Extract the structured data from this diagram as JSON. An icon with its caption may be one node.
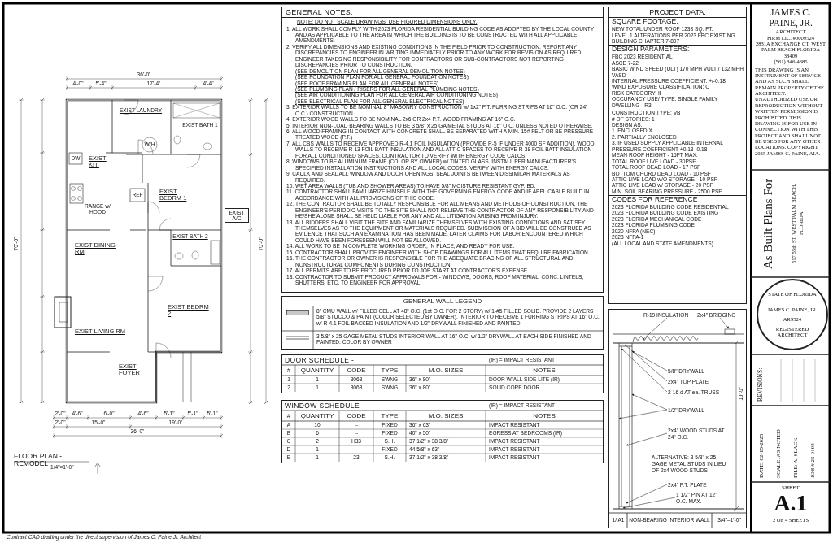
{
  "diagram": {
    "nodes": [
      {
        "text": [
          "GENERAL NOTES:",
          "NOTE: DO NOT SCALE DRAWINGS. USE FIGURED DIMENSIONS ONLY.",
          "1. ALL WORK SHALL COMPLY WITH 2023 FLORIDA RESIDENTIAL BUILDING CODE AS ADOPTED BY THE LOCAL COUNTY AND AS APPLICABLE TO THE AREA IN WHICH THE BUILDING IS TO BE CONSTRUCTED WITH ALL APPLICABLE AMENDMENTS.",
          "2. VERIFY ALL DIMENSIONS AND EXISTING CONDITIONS IN THE FIELD PRIOR TO CONSTRUCTION. REPORT ANY DISCREPANCIES TO ENGINEER IN WRITING IMMEDIATELY PRIOR TO ANY WORK FOR REVISION AS REQUIRED. ENGINEER TAKES NO RESPONSIBILITY FOR CONTRACTORS OR SUB-CONTRACTORS NOT REPORTING DISCREPANCIES PRIOR TO CONSTRUCTION.",
          "(SEE DEMOLITION PLAN FOR ALL GENERAL DEMOLITION NOTES)",
          "(SEE FOUNDATION PLAN FOR ALL GENERAL FOUNDATION NOTES)",
          "(SEE ROOF FRAMING PLAN FOR ALL GENERAL NOTES)",
          "(SEE PLUMBING PLAN / RISERS FOR ALL GENERAL PLUMBING NOTES)",
          "(SEE AIR CONDITIONING PLAN FOR ALL GENERAL AIR CONDITIONING NOTES)",
          "(SEE ELECTRICAL PLAN FOR ALL GENERAL ELECTRICAL NOTES)",
          "3. EXTERIOR WALLS TO BE NOMINAL 8\" MASONRY CONSTRUCTION w/ 1x2\" P.T. FURRING STRIPS AT 16\" O.C. (OR 24\" O.C.) CONSTRUCTION.",
          "4. EXTERIOR WOOD WALLS TO BE NOMINAL 2x6 OR 2x4 P.T. WOOD FRAMING AT 16\" O.C.",
          "5. INTERIOR NON-LOAD BEARING WALLS TO BE 3 5/8\" x 25 GA METAL STUDS AT 16\" O.C. UNLESS NOTED OTHERWISE.",
          "6. ALL WOOD FRAMING IN CONTACT WITH CONCRETE SHALL BE SEPARATED WITH A MIN. 15# FELT OR BE PRESSURE TREATED WOOD (P.T.)",
          "7. ALL CBS WALLS TO RECEIVE APPROVED R-4.1 FOIL INSULATION (PROVIDE R-5 IF UNDER 4000 SF ADDITION). WOOD WALLS TO RECEIVE R-13 FOIL BATT INSULATION AND ALL ATTIC SPACES TO RECEIVE R-38 FOIL BATT INSULATION FOR ALL CONDITIONED SPACES. CONTRACTOR TO VERIFY WITH ENERGY CODE CALCS.",
          "8. WINDOWS TO BE ALUMINUM FRAME (COLOR BY OWNER) w/ TINTED GLASS. INSTALL PER MANUFACTURER'S SPECIFIED INSTALLATION INSTRUCTIONS AND ALL LOCAL CODES. VERIFY WITH ENERGY CALCS.",
          "9. CAULK AND SEAL ALL WINDOW AND DOOR OPENINGS. SEAL JOINTS BETWEEN DISSIMILAR MATERIALS AS REQUIRED.",
          "10. WET AREA WALLS (TUB AND SHOWER AREAS) TO HAVE 5/8\" MOISTURE RESISTANT GYP. BD.",
          "11. CONTRACTOR SHALL FAMILIARIZE HIMSELF WITH THE GOVERNING ENERGY CODE AND IF APPLICABLE BUILD IN ACCORDANCE WITH ALL PROVISIONS OF THIS CODE.",
          "12. THE CONTRACTOR SHALL BE TOTALLY RESPONSIBLE FOR ALL MEANS AND METHODS OF CONSTRUCTION. THE ENGINEER'S PERIODIC VISITS TO THE SITE SHALL NOT RELIEVE THE CONTRACTOR OF ANY RESPONSIBILITY AND HE/SHE ALONE SHALL BE HELD LIABLE FOR ANY AND ALL LITIGATION ARISING FROM INJURY.",
          "13. ALL BIDDERS SHALL VISIT THE SITE AND FAMILIARIZE THEMSELVES WITH EXISTING CONDITIONS AND SATISFY THEMSELVES AS TO THE EQUIPMENT OR MATERIALS REQUIRED. SUBMISSION OF A BID WILL BE CONSTRUED AS EVIDENCE THAT SUCH AN EXAMINATION HAS BEEN MADE. LATER CLAIMS FOR LABOR ENCOUNTERED WHICH COULD HAVE BEEN FORESEEN WILL NOT BE ALLOWED.",
          "14. ALL WORK TO BE IN COMPLETE WORKING ORDER, IN PLACE, AND READY FOR USE.",
          "15. CONTRACTOR SHALL PROVIDE ENGINEER WITH SHOP DRAWINGS FOR ALL ITEMS THAT REQUIRE FABRICATION.",
          "16. THE CONTRACTOR OR OWNER IS RESPONSIBLE FOR THE ADEQUATE BRACING OF ALL STRUCTURAL AND NONSTRUCTURAL COMPONENTS DURING CONSTRUCTION.",
          "17. ALL PERMITS ARE TO BE PROCURED PRIOR TO JOB START AT CONTRACTOR'S EXPENSE.",
          "18. CONTRACTOR TO SUBMIT PRODUCT APPROVALS FOR - WINDOWS, DOORS, ROOF MATERIAL, CONC. LINTELS, SHUTTERS, ETC. TO ENGINEER FOR APPROVAL."
        ]
      },
      {
        "text": [
          "PROJECT DATA:",
          "SQUARE FOOTAGE:",
          "NEW TOTAL UNDER ROOF 1238 SQ. FT.",
          "LEVEL 1 ALTERATIONS PER 2023 FBC EXISTING BUILDING CHAPTER 7-807",
          "DESIGN PARAMETERS:",
          "FBC 2023 RESIDENTIAL",
          "ASCE 7-22",
          "BASIC WIND SPEED (ULT) 170 MPH VULT / 132 MPH VASD",
          "INTERNAL PRESSURE COEFFICIENT: +/-0.18",
          "WIND EXPOSURE CLASSIFICATION: C",
          "RISK CATEGORY: II",
          "OCCUPANCY USE/ TYPE: SINGLE FAMILY DWELLING - R3",
          "CONSTRUCTION TYPE: VB",
          "# OF STORIES: 1",
          "DESIGN AS:",
          "1. ENCLOSED X",
          "2. PARTIALLY ENCLOSED",
          "3. IF USED SUPPLY APPLICABLE INTERNAL PRESSURE COEFFICIENT +0.18 -0.18",
          "MEAN ROOF HEIGHT - 15FT MAX.",
          "TOTAL ROOF LIVE LOAD - 30PSF",
          "TOTAL ROOF DEAD LOAD - 17 PSF",
          "BOTTOM CHORD DEAD LOAD - 10 PSF",
          "ATTIC LIVE LOAD w/O STORAGE - 10 PSF",
          "ATTIC LIVE LOAD w/ STORAGE - 20 PSF",
          "MIN. SOIL BEARING PRESSURE - 2500 PSF",
          "CODES FOR REFERENCE",
          "2023 FLORIDA BUILDING CODE RESIDENTIAL",
          "2023 FLORIDA BUILDING CODE EXISTING",
          "2023 FLORIDA MECHANICAL CODE",
          "2023 FLORIDA PLUMBING CODE",
          "2020 NFPA (NEC)",
          "2023 NFPA-1",
          "(ALL LOCAL AND STATE AMENDMENTS)"
        ]
      },
      {
        "text": [
          "DOOR SCHEDULE -",
          "(IR) = IMPACT RESISTANT"
        ]
      },
      {
        "text": [
          "WINDOW SCHEDULE -",
          "(IR) = IMPACT RESISTANT"
        ]
      },
      {
        "text": [
          "GENERAL WALL LEGEND"
        ]
      },
      {
        "text": [
          "1/ A1",
          "NON-BEARING INTERIOR WALL",
          "3/4\"=1'-0\""
        ]
      },
      {
        "text": [
          "2x4\" BRIDGING"
        ],
        "in": 5
      },
      {
        "text": [
          "R-19 INSULATION"
        ],
        "in": 5
      },
      {
        "text": [
          "5/8\" DRYWALL"
        ],
        "in": 5
      },
      {
        "text": [
          "2x4\" TOP PLATE"
        ],
        "in": 5
      },
      {
        "text": [
          "2-16 d AT ea. TRUSS"
        ],
        "in": 5
      },
      {
        "text": [
          "1/2\" DRYWALL"
        ],
        "in": 5
      },
      {
        "text": [
          "2x4\" WOOD STUDS AT 24\" O.C."
        ],
        "in": 5
      },
      {
        "text": [
          "2x4\" P.T. PLATE"
        ],
        "in": 5
      },
      {
        "text": [
          "1 1/2\" PIN AT 12\" O.C. MAX."
        ],
        "in": 5
      },
      {
        "text": [
          "JAMES C. PAINE, JR.",
          "ARCHITECT",
          "FIRM LIC. #0009524",
          "2831A EXCHANGE CT. WEST PALM BEACH FLORIDA 33409",
          "(561) 346-4685",
          "THIS DRAWING IS AN INSTRUMENT OF SERVICE AND AS SUCH SHALL REMAIN PROPERTY OF THE ARCHITECT. UNAUTHORIZED USE OR REPRODUCTION WITHOUT WRITTEN PERMISSION IS PROHIBITED. THIS DRAWING IS FOR USE IN CONNECTION WITH THIS PROJECT AND SHALL NOT BE USED FOR ANY OTHER LOCATIONS. COPYRIGHT 2025 JAMES C. PAINE, AIA."
        ]
      },
      {
        "text": [
          "As Built Plans For",
          "517 55th ST. WEST PALM BEACH, FLORIDA"
        ]
      },
      {
        "text": [
          "STATE OF FLORIDA",
          "JAMES C. PAINE, JR.",
          "AR9524",
          "REGISTERED ARCHITECT"
        ]
      },
      {
        "text": [
          "REVISIONS:"
        ]
      },
      {
        "text": [
          "DATE: 02-15-2025",
          "SCALE: AS NOTED",
          "FILE: A. SLACK",
          "JOB # 25-0108"
        ]
      },
      {
        "text": [
          "SHEET",
          "A.1",
          "2 OF 4 SHEETS"
        ]
      },
      {
        "text": [
          "EXIST A/C"
        ]
      }
    ],
    "edges": [
      {
        "from": 6,
        "to": null,
        "arrow": "to"
      },
      {
        "from": 7,
        "to": null,
        "arrow": "to"
      },
      {
        "from": 8,
        "to": null,
        "arrow": "to"
      },
      {
        "from": 9,
        "to": null,
        "arrow": "to"
      },
      {
        "from": 10,
        "to": null,
        "arrow": "to"
      },
      {
        "from": 11,
        "to": null,
        "arrow": "to"
      },
      {
        "from": 11,
        "to": null,
        "arrow": "to"
      },
      {
        "from": 12,
        "to": null,
        "arrow": "to"
      },
      {
        "from": 13,
        "to": null,
        "arrow": "to"
      },
      {
        "from": 14,
        "to": null,
        "arrow": "to"
      }
    ],
    "labels": [
      "FLOOR PLAN - REMODEL",
      "1/4\"=1'-0\"",
      "EXIST KIT.",
      "EXIST LAUNDRY",
      "EXIST BATH 1",
      "EXIST BEDRM 1",
      "EXIST DINING RM",
      "EXIST BATH 2",
      "EXIST BEDRM 2",
      "EXIST LIVING RM",
      "EXIST FOYER",
      "RANGE w/ HOOD",
      "W/H",
      "DW",
      "REF",
      "36'-0\"",
      "4'-0\"",
      "5'-4\"",
      "17'-4\"",
      "4'-4\"",
      "70'-0\"",
      "70'-0\"",
      "2'-0\"",
      "4'-6\"",
      "6'-0\"",
      "4'-6\"",
      "5'-1\"",
      "5'-1\"",
      "5'-1\"",
      "2'-0\"",
      "15'-0\"",
      "19'-0\"",
      "36'-0\"",
      "ALTERNATIVE: 3 5/8\" x 25 GAGE METAL STUDS IN LIEU OF 2x4 WOOD STUDS",
      "10'-0\"",
      "#",
      "QUANTITY",
      "CODE",
      "TYPE",
      "M.O. SIZES",
      "NOTES",
      "1",
      "1",
      "3068",
      "SWNG",
      "36\" x 80\"",
      "DOOR W/ALL SIDE LITE (IR)",
      "2",
      "1",
      "3068",
      "SWNG",
      "36\" x 80\"",
      "SOLID CORE DOOR",
      "#",
      "QUANTITY",
      "CODE",
      "TYPE",
      "M.O. SIZES",
      "NOTES",
      "A",
      "10",
      "--",
      "FIXED",
      "36\" x 63\"",
      "IMPACT RESISTANT",
      "B",
      "6",
      "--",
      "FIXED",
      "40\" x 50\"",
      "EGRESS AT BEDROOMS (IR)",
      "C",
      "2",
      "H33",
      "S.H.",
      "37 1/2\" x 38 3/8\"",
      "IMPACT RESISTANT",
      "D",
      "1",
      "--",
      "FIXED",
      "44 5/8\" x 63\"",
      "IMPACT RESISTANT",
      "E",
      "1",
      "23",
      "S.H.",
      "37 1/2\" x 38 3/8\"",
      "IMPACT RESISTANT",
      "Contract CAD drafting under the direct supervision of James C. Paine Jr. Architect"
    ],
    "legend": [
      {
        "text": "8\" CMU WALL w/ FILLED CELL AT 48\" O.C. (1st O.C. FOR 2 STORY) w/ 1-#5 FILLED SOLID. PROVIDE 2 LAYERS 5/8\" STUCCO & PAINT (COLOR SELECTED BY OWNER). INTERIOR TO RECEIVE 1 FURRING STRIPS AT 16\" O.C. w/ R-4.1 FOIL BACKED INSULATION AND 1/2\" DRYWALL FINISHED AND PAINTED"
      },
      {
        "text": "3 5/8\" x 25 GAGE METAL STUDS INTERIOR WALL AT 16\" O.C. w/ 1/2\" DRYWALL AT EACH SIDE FINISHED AND PAINTED. COLOR BY OWNER"
      }
    ]
  }
}
